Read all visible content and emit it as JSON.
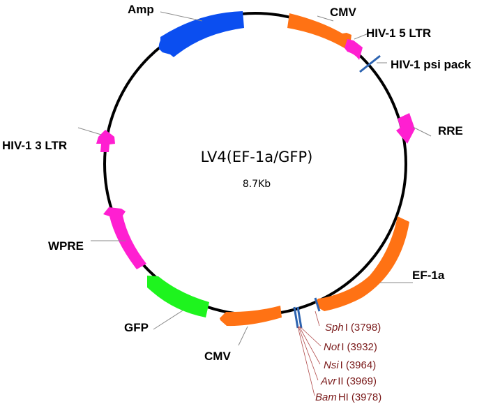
{
  "plasmid": {
    "name": "LV4(EF-1a/GFP)",
    "size": "8.7Kb"
  },
  "features": [
    {
      "id": "amp",
      "label": "Amp",
      "color": "#0b4ef0"
    },
    {
      "id": "cmv1",
      "label": "CMV",
      "color": "#ff7214"
    },
    {
      "id": "ltr5",
      "label": "HIV-1 5 LTR",
      "color": "#ff1fd1"
    },
    {
      "id": "psi",
      "label": "HIV-1 psi pack",
      "color": "#2c63b0"
    },
    {
      "id": "rre",
      "label": "RRE",
      "color": "#ff1fd1"
    },
    {
      "id": "ef1a",
      "label": "EF-1a",
      "color": "#ff7214"
    },
    {
      "id": "cmv2",
      "label": "CMV",
      "color": "#ff7214"
    },
    {
      "id": "gfp",
      "label": "GFP",
      "color": "#1ef41e"
    },
    {
      "id": "wpre",
      "label": "WPRE",
      "color": "#ff1fd1"
    },
    {
      "id": "ltr3",
      "label": "HIV-1 3 LTR",
      "color": "#ff1fd1"
    }
  ],
  "sites": [
    {
      "enzyme": "Sph",
      "suffix": "I",
      "pos": "(3798)"
    },
    {
      "enzyme": "Not",
      "suffix": "I",
      "pos": "(3932)"
    },
    {
      "enzyme": "Nsi",
      "suffix": "I",
      "pos": "(3964)"
    },
    {
      "enzyme": "Avr",
      "suffix": "II",
      "pos": "(3969)"
    },
    {
      "enzyme": "Bam",
      "suffix": "HI",
      "pos": "(3978)"
    }
  ]
}
